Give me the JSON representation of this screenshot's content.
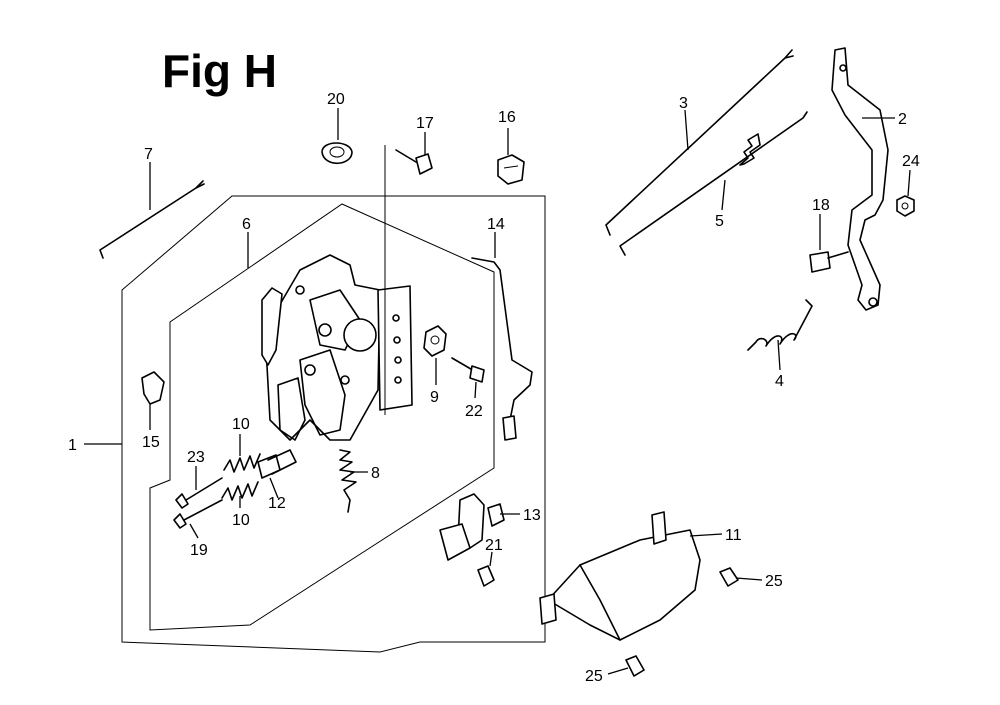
{
  "figure": {
    "title": "Fig H"
  },
  "callouts": [
    {
      "id": "c1",
      "text": "1"
    },
    {
      "id": "c2",
      "text": "2"
    },
    {
      "id": "c3",
      "text": "3"
    },
    {
      "id": "c4",
      "text": "4"
    },
    {
      "id": "c5",
      "text": "5"
    },
    {
      "id": "c6",
      "text": "6"
    },
    {
      "id": "c7",
      "text": "7"
    },
    {
      "id": "c8",
      "text": "8"
    },
    {
      "id": "c9",
      "text": "9"
    },
    {
      "id": "c10a",
      "text": "10"
    },
    {
      "id": "c10b",
      "text": "10"
    },
    {
      "id": "c11",
      "text": "11"
    },
    {
      "id": "c12",
      "text": "12"
    },
    {
      "id": "c13",
      "text": "13"
    },
    {
      "id": "c14",
      "text": "14"
    },
    {
      "id": "c15",
      "text": "15"
    },
    {
      "id": "c16",
      "text": "16"
    },
    {
      "id": "c17",
      "text": "17"
    },
    {
      "id": "c18",
      "text": "18"
    },
    {
      "id": "c19",
      "text": "19"
    },
    {
      "id": "c20",
      "text": "20"
    },
    {
      "id": "c21",
      "text": "21"
    },
    {
      "id": "c22",
      "text": "22"
    },
    {
      "id": "c23",
      "text": "23"
    },
    {
      "id": "c24",
      "text": "24"
    },
    {
      "id": "c25a",
      "text": "25"
    },
    {
      "id": "c25b",
      "text": "25"
    }
  ]
}
